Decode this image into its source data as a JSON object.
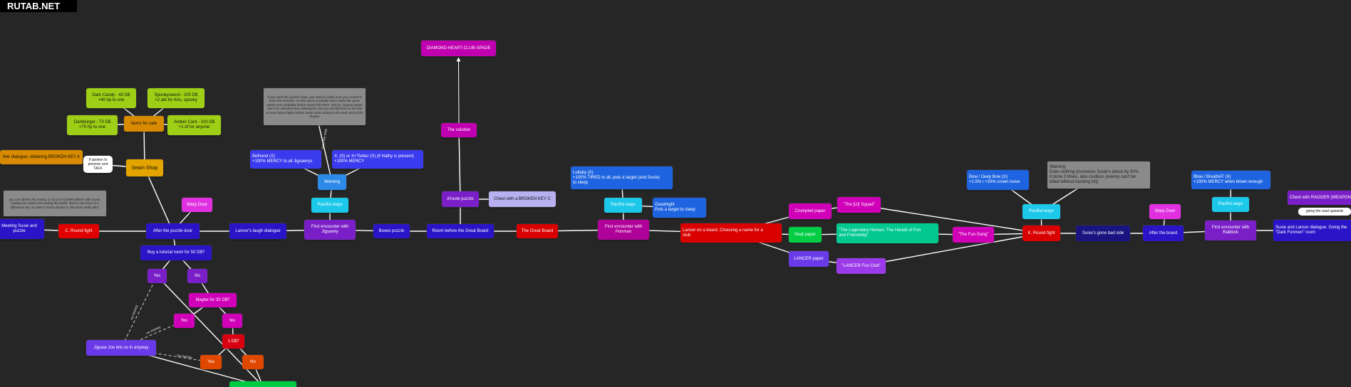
{
  "brand": "RUTAB.NET",
  "colors": {
    "background": "#262626",
    "edge": "#ffffff",
    "edge_dim": "#cfcfcf"
  },
  "nodes": {
    "diamond": {
      "text": "DIAMOND-HEART-CLUB-SPADE",
      "color": "#c000b0"
    },
    "solution": {
      "text": "The solution",
      "color": "#c000b0"
    },
    "s_puzzle": {
      "text": "d'route puzzle",
      "color": "#7a1fc8"
    },
    "chest_key": {
      "text": "Chest with a BROKEN KEY C",
      "color": "#b8b0f0"
    },
    "dark_candy": {
      "text": "Dark Candy - 40 D$\n+40 hp to one",
      "color": "#9ecf16"
    },
    "spookysword": {
      "text": "Spookysword - 200 D$\n+2 atk for Kris, spooky",
      "color": "#9ecf16"
    },
    "darkburger": {
      "text": "Darkburger - 70 D$\n+70 hp to one",
      "color": "#9ecf16"
    },
    "items_sale": {
      "text": "Items for sale",
      "color": "#d88a00"
    },
    "amber_card": {
      "text": "Amber Card - 100 D$\n+1 df for anyone",
      "color": "#9ecf16"
    },
    "seam_shop": {
      "text": "Seam Shop",
      "color": "#e3a400"
    },
    "broken_key_a": {
      "text": "ther dialogue, obtaining BROKEN KEY A",
      "color": "#d88a00"
    },
    "if_spoken": {
      "text": "If spoken to\nprisoner and\nTALK",
      "color": "#ffffff"
    },
    "warn_note": {
      "text": "you can WARN the enemy, or try to X-COMPLIMENT with Susie, making her attack and ending the battle. there's not much of a difference tho, so even if Susie attacks it, she won't really kill it.",
      "color": "#8a8a8a"
    },
    "pacifist_note": {
      "text": "If you want the pacifist route, you need to make sure you ALWAYS warn the enemies, or else you're probably won't make the spare option ever available before Susie kills them. and so, sparing option won't be unlocked here afterwards, but you will still need to do that to have future fights before Susie starts acting in the early end of the chapter.",
      "color": "#8a8a8a"
    },
    "meeting_susie": {
      "text": "Meeting Susie and\npuzzle",
      "color": "#2a14c8"
    },
    "c_round": {
      "text": "C. Round fight",
      "color": "#e00000"
    },
    "after_puzzle": {
      "text": "After the puzzle door",
      "color": "#2a14c8"
    },
    "warp_door1": {
      "text": "Warp Door",
      "color": "#e030e0"
    },
    "lancer_laugh": {
      "text": "Lancer's laugh dialogue",
      "color": "#2a14c8"
    },
    "befriend": {
      "text": "Befriend (X)\n+100% MERCY to all Jigsawrys",
      "color": "#3a3aef"
    },
    "x_s": {
      "text": "X: (S) or X+Tletter (S) (if Hathy is present)\n+100% MERCY",
      "color": "#3a3aef"
    },
    "warning": {
      "text": "Warning",
      "color": "#2d8ae8"
    },
    "pacifist1": {
      "text": "Pacifist ways",
      "color": "#1cc8ea"
    },
    "first_jigsawry": {
      "text": "First encounter with\nJigsawry",
      "color": "#7a1fc8"
    },
    "boxes": {
      "text": "Boxes puzzle",
      "color": "#2a14c8"
    },
    "room_great_board": {
      "text": "Room before the Great Board",
      "color": "#2a14c8"
    },
    "great_board": {
      "text": "The Great Board",
      "color": "#d80000"
    },
    "lullaby": {
      "text": "Lullaby (X)\n+100% TIRED to all, puts a target (and Susie)\nto sleep",
      "color": "#1e64e0"
    },
    "pacifist2": {
      "text": "Pacifist ways",
      "color": "#1cc8ea"
    },
    "goodnight": {
      "text": "Goodnight\nPuts a target to sleep",
      "color": "#1e64e0"
    },
    "first_ponman": {
      "text": "First encounter with\nPonman",
      "color": "#b0009a"
    },
    "lancer_board": {
      "text": "Lancer on a board. Choosing a name for a\nclub",
      "color": "#d80000"
    },
    "crumpled": {
      "text": "Crumpled paper",
      "color": "#d000b8"
    },
    "ugly_squad": {
      "text": "\"The [U]! Squad\"",
      "color": "#d000b8"
    },
    "neat_paper": {
      "text": "Neat paper",
      "color": "#00cc44"
    },
    "legendary": {
      "text": "\"The Legendary Heroes: The Herald of Fun\nand Friendship\"",
      "color": "#00c890"
    },
    "fun_gang": {
      "text": "\"The Fun Gang\"",
      "color": "#d000b8"
    },
    "lancer_paper": {
      "text": "LANCER paper",
      "color": "#6a3ae8"
    },
    "lancer_fun": {
      "text": "\"LANCER Fun Club\"",
      "color": "#9a3ae8"
    },
    "bow_deep": {
      "text": "Bow / Deep Bow (X)\n+1.5% / +20% crown loose",
      "color": "#1e64e0"
    },
    "warning_note2": {
      "text": "Warning\nDoes nothing (increases Susie's attack by 50%\nif done 3 times, also costless (enemy can't be\nkilled without hacking lol))",
      "color": "#8a8a8a"
    },
    "pacifist3": {
      "text": "Pacifist ways",
      "color": "#1cc8ea"
    },
    "k_round": {
      "text": "K. Round fight",
      "color": "#d80000"
    },
    "susie_bad_side": {
      "text": "Susie's gone bad side",
      "color": "#1a1480"
    },
    "warp_door2": {
      "text": "Warp Door",
      "color": "#e030e0"
    },
    "after_board": {
      "text": "After the board",
      "color": "#2a14c8"
    },
    "blow": {
      "text": "Blow / BreathAT (X)\n+100% MERCY when blown enough",
      "color": "#1e64e0"
    },
    "pacifist4": {
      "text": "Pacifist ways",
      "color": "#1cc8ea"
    },
    "first_rabbick": {
      "text": "First encounter with\nRabbick",
      "color": "#7a1fc8"
    },
    "chest_ragger": {
      "text": "Chest with RAGGER (WEAPON)",
      "color": "#7a1fc8"
    },
    "going_road": {
      "text": "going the road upwards",
      "color": "#ffffff"
    },
    "susie_lancer": {
      "text": "Susie and Lancer dialogue. Going the\n\"Dark Fonmen\" room",
      "color": "#2a14c8"
    },
    "tutorial_room": {
      "text": "Buy a tutorial room for 50 D$?",
      "color": "#2a14c8"
    },
    "yes1": {
      "text": "Yes",
      "color": "#7a1fc8"
    },
    "no1": {
      "text": "No",
      "color": "#7a1fc8"
    },
    "maybe30": {
      "text": "Maybe for 30 D$?",
      "color": "#d000b8"
    },
    "yes2": {
      "text": "Yes",
      "color": "#d000b8"
    },
    "no2": {
      "text": "No",
      "color": "#d000b8"
    },
    "one_d": {
      "text": "1 D$?",
      "color": "#d80010"
    },
    "yes3": {
      "text": "Yes",
      "color": "#e04800"
    },
    "no3": {
      "text": "No",
      "color": "#e04800"
    },
    "jigsaw_joe": {
      "text": "Jigsaw Joe lets us in anyway",
      "color": "#6a3ae8"
    },
    "green_bottom": {
      "text": "",
      "color": "#00cc44"
    }
  },
  "edge_labels": {
    "no_money1": "no money",
    "no_money2": "no money",
    "no_money3": "no money",
    "warning_edge": "read the note"
  }
}
